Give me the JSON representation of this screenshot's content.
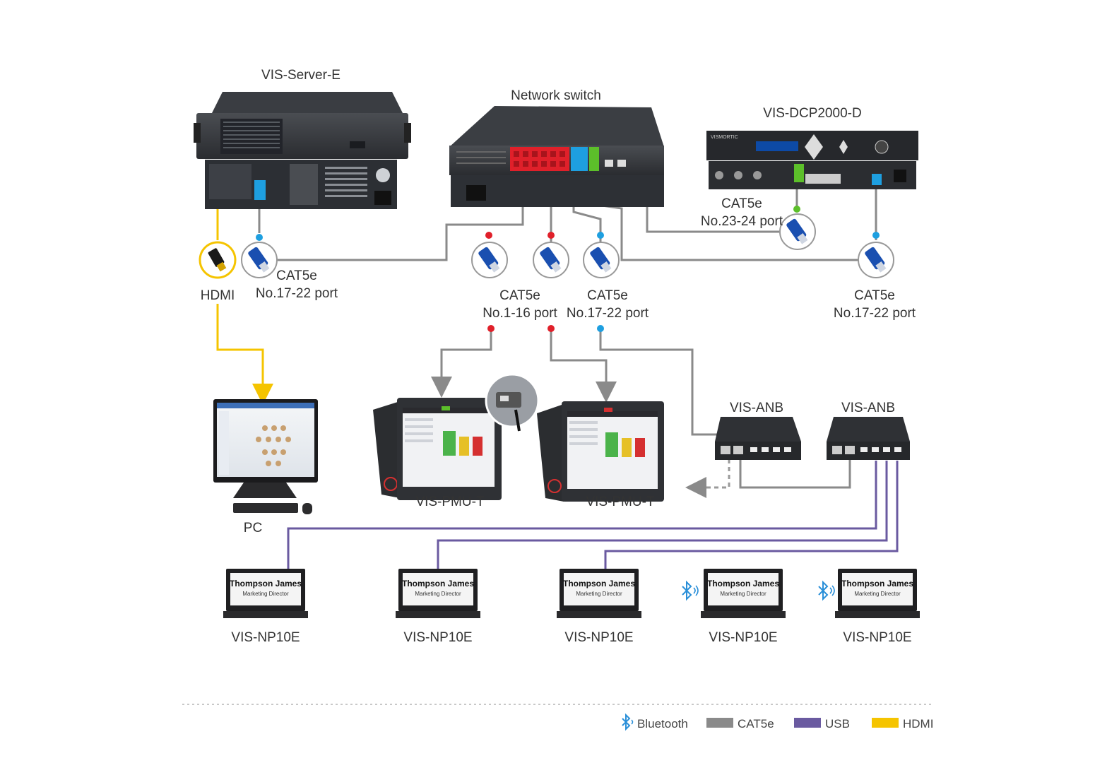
{
  "devices": {
    "server": "VIS-Server-E",
    "switch": "Network switch",
    "dcp": "VIS-DCP2000-D",
    "dcp_brand": "VISMORTIC",
    "pc": "PC",
    "pmu_left": "VIS-PMU-T",
    "pmu_right": "VIS-PMU-T",
    "anb_left": "VIS-ANB",
    "anb_right": "VIS-ANB",
    "nameplates": [
      {
        "label": "VIS-NP10E",
        "name": "Thompson James",
        "title": "Marketing Director"
      },
      {
        "label": "VIS-NP10E",
        "name": "Thompson James",
        "title": "Marketing Director"
      },
      {
        "label": "VIS-NP10E",
        "name": "Thompson James",
        "title": "Marketing Director"
      },
      {
        "label": "VIS-NP10E",
        "name": "Thompson James",
        "title": "Marketing Director"
      },
      {
        "label": "VIS-NP10E",
        "name": "Thompson James",
        "title": "Marketing Director"
      }
    ]
  },
  "connections": {
    "hdmi": "HDMI",
    "server_cat": {
      "line1": "CAT5e",
      "line2": "No.17-22 port"
    },
    "switch_cat_red": {
      "line1": "CAT5e",
      "line2": "No.1-16 port"
    },
    "switch_cat_blue": {
      "line1": "CAT5e",
      "line2": "No.17-22 port"
    },
    "dcp_cat_green": {
      "line1": "CAT5e",
      "line2": "No.23-24 port"
    },
    "dcp_cat_blue": {
      "line1": "CAT5e",
      "line2": "No.17-22 port"
    }
  },
  "legend": [
    {
      "label": "Bluetooth",
      "type": "bluetooth",
      "color": "#2a8fd8"
    },
    {
      "label": "CAT5e",
      "type": "cable",
      "color": "#8a8a8a"
    },
    {
      "label": "USB",
      "type": "cable",
      "color": "#6a5aa0"
    },
    {
      "label": "HDMI",
      "type": "cable",
      "color": "#f5c400"
    }
  ],
  "colors": {
    "port_red": "#e0202a",
    "port_blue": "#1e9fe0",
    "port_green": "#5cbf2a",
    "cat": "#8a8a8a",
    "usb": "#6a5aa0",
    "hdmi": "#f5c400",
    "bluetooth": "#2a8fd8"
  }
}
